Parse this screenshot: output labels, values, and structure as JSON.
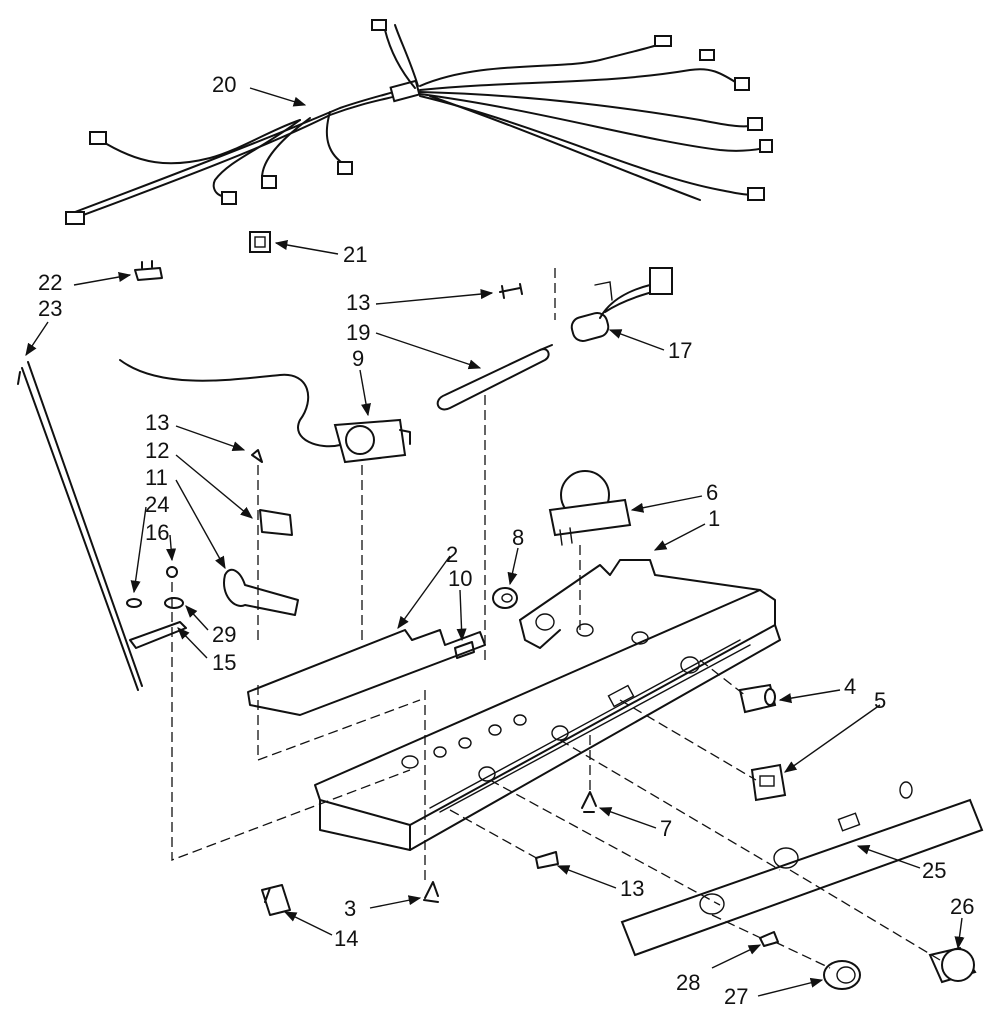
{
  "callouts": [
    "20",
    "21",
    "22",
    "23",
    "13",
    "19",
    "9",
    "17",
    "13",
    "12",
    "11",
    "24",
    "16",
    "29",
    "15",
    "6",
    "1",
    "8",
    "2",
    "10",
    "4",
    "5",
    "7",
    "13",
    "25",
    "26",
    "3",
    "14",
    "28",
    "27"
  ],
  "icons": [
    "wire-harness-icon",
    "connector-icon",
    "bracket-icon",
    "rod-icon",
    "screw-icon",
    "thermostat-icon",
    "capacitor-icon",
    "defrost-timer-icon",
    "damper-control-icon",
    "control-housing-icon",
    "switch-icon",
    "control-panel-icon",
    "knob-icon",
    "clip-icon"
  ]
}
